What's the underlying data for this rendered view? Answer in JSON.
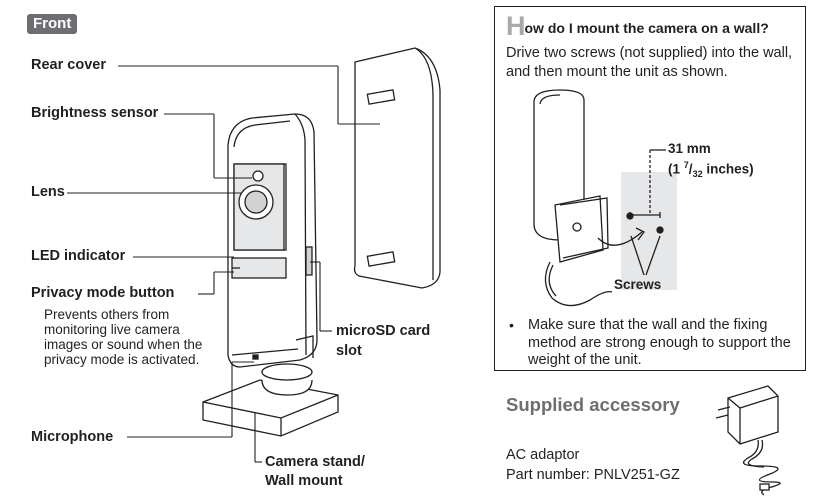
{
  "front_tag": "Front",
  "labels": {
    "rear_cover": "Rear cover",
    "brightness_sensor": "Brightness sensor",
    "lens": "Lens",
    "led_indicator": "LED indicator",
    "privacy_mode_button": "Privacy mode button",
    "privacy_desc": "Prevents others from monitoring live camera images or sound when the privacy mode is activated.",
    "microsd_line1": "microSD card",
    "microsd_line2": "slot",
    "microphone": "Microphone",
    "stand_line1": "Camera stand/",
    "stand_line2": "Wall mount"
  },
  "wall_box": {
    "title_first_letter": "H",
    "title_rest": "ow do I mount the camera on a wall?",
    "body": "Drive two screws (not supplied) into the wall, and then mount the unit as shown.",
    "dim_mm": "31 mm",
    "dim_inch_prefix": "(1",
    "dim_inch_num": "7",
    "dim_inch_den": "32",
    "dim_inch_suffix": "inches)",
    "screws_label": "Screws",
    "bullet_char": "•",
    "bullet": "Make sure that the wall and the fixing method are strong enough to support the weight of the unit."
  },
  "accessory": {
    "title": "Supplied accessory",
    "name": "AC adaptor",
    "part": "Part number: PNLV251-GZ"
  }
}
